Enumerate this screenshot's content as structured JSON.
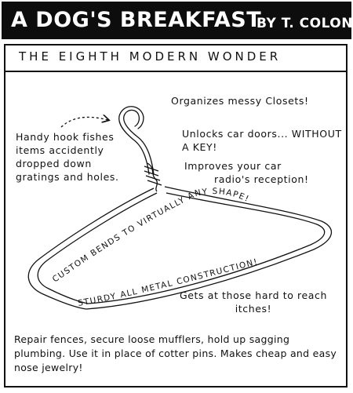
{
  "title": {
    "main": "A DOG'S BREAKFAST",
    "byline": "BY T. COLON"
  },
  "subtitle": "THE EIGHTH MODERN WONDER",
  "captions": {
    "left": "Handy hook fishes items accidently dropped down gratings and holes.",
    "right_1": "Organizes messy Closets!",
    "right_2": "Unlocks car doors... WITHOUT A KEY!",
    "right_3_line1": "Improves your car",
    "right_3_line2": "radio's reception!",
    "itches": "Gets at those hard to reach itches!",
    "bottom": "Repair fences, secure loose mufflers, hold up sagging plumbing. Use it in place of cotter pins. Makes cheap and easy nose jewelry!"
  },
  "hanger_labels": {
    "shape": "CUSTOM BENDS TO VIRTUALLY ANY SHAPE!",
    "metal": "STURDY ALL METAL CONSTRUCTION!"
  }
}
